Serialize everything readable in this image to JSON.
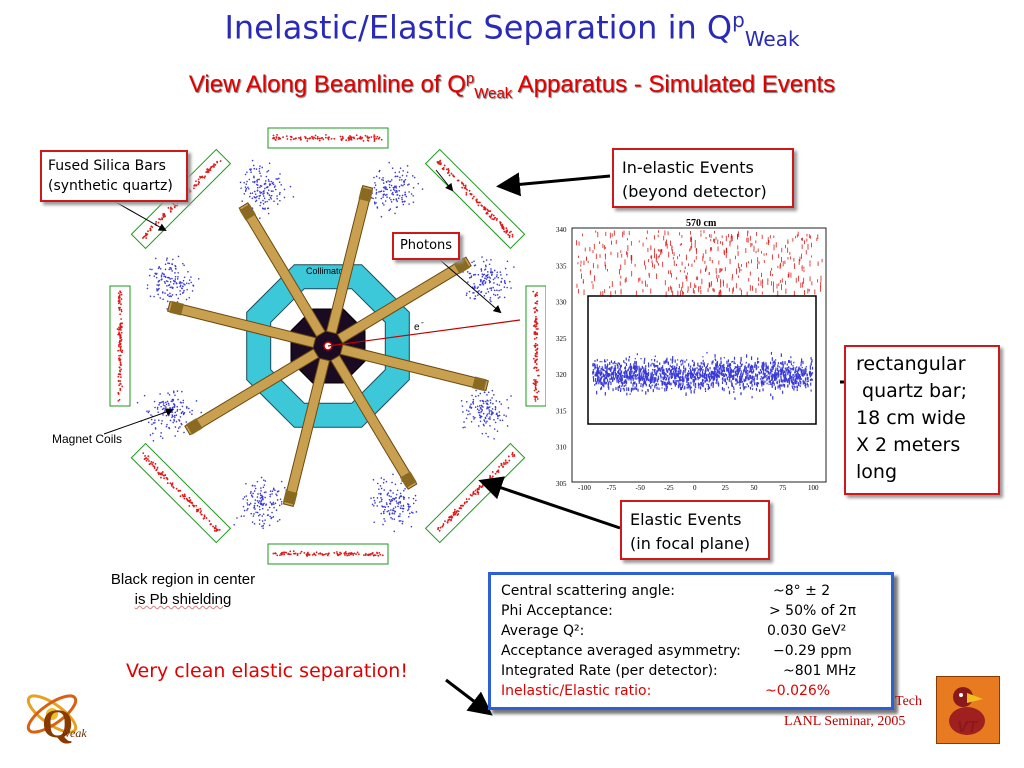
{
  "title": {
    "main": "Inelastic/Elastic Separation in Q",
    "sup": "p",
    "sub": "Weak"
  },
  "subtitle": {
    "pre": "View Along Beamline of Q",
    "sup": "p",
    "sub": "Weak",
    "post": " Apparatus - Simulated Events"
  },
  "callouts": {
    "silica": [
      "Fused Silica Bars",
      "(synthetic quartz)"
    ],
    "inelastic": [
      "In-elastic Events",
      "(beyond detector)"
    ],
    "photons": "Photons",
    "rect_bar": [
      "rectangular",
      " quartz bar;",
      "18 cm wide",
      "X 2 meters",
      "long"
    ],
    "elastic": [
      "Elastic Events",
      "(in focal plane)"
    ]
  },
  "diagram_labels": {
    "collimator": "Collimator",
    "electron": "e",
    "electron_sup": "-",
    "magnet_coils": "Magnet Coils",
    "black_region": [
      "Black region in center",
      "is Pb shielding"
    ]
  },
  "plot": {
    "title": "570 cm",
    "y_ticks": [
      "340",
      "335",
      "330",
      "325",
      "320",
      "315",
      "310",
      "305"
    ],
    "x_ticks": [
      "-100",
      "-75",
      "-50",
      "-25",
      "0",
      "25",
      "50",
      "75",
      "100"
    ]
  },
  "parameters": [
    {
      "label": "Central scattering angle:",
      "value": "~8° ± 2",
      "red": false
    },
    {
      "label": "Phi Acceptance:",
      "value": "> 50% of 2π",
      "red": false
    },
    {
      "label": "Average Q²:",
      "value": "0.030 GeV²",
      "red": false
    },
    {
      "label": "Acceptance averaged asymmetry:",
      "value": "−0.29 ppm",
      "red": false
    },
    {
      "label": "Integrated Rate (per detector):",
      "value": "~801 MHz",
      "red": false
    },
    {
      "label": "Inelastic/Elastic ratio:",
      "value": "~0.026%",
      "red": true
    }
  ],
  "clean_note": "Very clean elastic separation!",
  "footer": {
    "line1": "Tech",
    "line2": "LANL Seminar, 2005"
  },
  "logo": {
    "letter": "Q",
    "text": "weak",
    "badge": "VT"
  },
  "colors": {
    "title": "#2a2ab8",
    "red": "#e00000",
    "cyan": "#3cc8d8",
    "blue_dots": "#3a3ad8",
    "red_dots": "#e01818",
    "box_border": "#2c5fd8"
  }
}
